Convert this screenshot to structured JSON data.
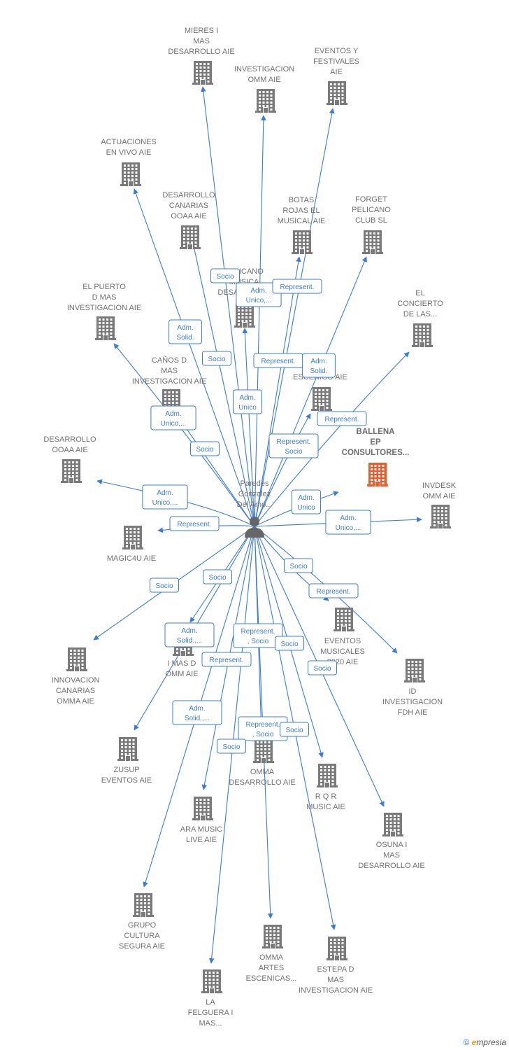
{
  "center": {
    "label_lines": [
      "Paredes",
      "Gonzalez",
      "Del Amo..."
    ],
    "icon": "person-icon"
  },
  "nodes": [
    {
      "id": "mieres",
      "lines": [
        "MIERES I",
        "MAS",
        "DESARROLLO AIE"
      ],
      "icon": "building-icon"
    },
    {
      "id": "invomm",
      "lines": [
        "INVESTIGACION",
        "OMM AIE"
      ],
      "icon": "building-icon"
    },
    {
      "id": "eventosyf",
      "lines": [
        "EVENTOS Y",
        "FESTIVALES",
        "AIE"
      ],
      "icon": "building-icon"
    },
    {
      "id": "actuaciones",
      "lines": [
        "ACTUACIONES",
        "EN VIVO AIE"
      ],
      "icon": "building-icon"
    },
    {
      "id": "descan",
      "lines": [
        "DESARROLLO",
        "CANARIAS",
        "OOAA  AIE"
      ],
      "icon": "building-icon"
    },
    {
      "id": "botas",
      "lines": [
        "BOTAS",
        "ROJAS EL",
        "MUSICAL AIE"
      ],
      "icon": "building-icon"
    },
    {
      "id": "forget",
      "lines": [
        "FORGET",
        "PELICANO",
        "CLUB  SL"
      ],
      "icon": "building-icon"
    },
    {
      "id": "pelicano",
      "lines": [
        "PELICANO",
        "MUSICA",
        "DESARROLLO"
      ],
      "icon": "building-icon"
    },
    {
      "id": "elpuerto",
      "lines": [
        "EL PUERTO",
        "D MAS",
        "INVESTIGACION AIE"
      ],
      "icon": "building-icon"
    },
    {
      "id": "concierto",
      "lines": [
        "EL",
        "CONCIERTO",
        "DE LAS..."
      ],
      "icon": "building-icon"
    },
    {
      "id": "canos",
      "lines": [
        "CAÑOS D",
        "MAS",
        "INVESTIGACION AIE"
      ],
      "icon": "building-icon"
    },
    {
      "id": "escenico",
      "lines": [
        "ESCENICO AIE"
      ],
      "icon": "building-icon"
    },
    {
      "id": "ballena",
      "lines": [
        "BALLENA",
        "EP",
        "CONSULTORES..."
      ],
      "icon": "building-icon",
      "focus": true
    },
    {
      "id": "desooaa",
      "lines": [
        "DESARROLLO",
        "OOAA AIE"
      ],
      "icon": "building-icon"
    },
    {
      "id": "invdesk",
      "lines": [
        "INVDESK",
        "OMM AIE"
      ],
      "icon": "building-icon"
    },
    {
      "id": "magic4u",
      "lines": [
        "MAGIC4U AIE"
      ],
      "icon": "building-icon"
    },
    {
      "id": "eventosmus",
      "lines": [
        "EVENTOS",
        "MUSICALES",
        "2020 AIE"
      ],
      "icon": "building-icon"
    },
    {
      "id": "imasd",
      "lines": [
        "I MAS D",
        "OMM AIE"
      ],
      "icon": "building-icon"
    },
    {
      "id": "innovacion",
      "lines": [
        "INNOVACION",
        "CANARIAS",
        "OMMA  AIE"
      ],
      "icon": "building-icon"
    },
    {
      "id": "idinv",
      "lines": [
        "ID",
        "INVESTIGACION",
        "FDH  AIE"
      ],
      "icon": "building-icon"
    },
    {
      "id": "zusup",
      "lines": [
        "ZUSUP",
        "EVENTOS AIE"
      ],
      "icon": "building-icon"
    },
    {
      "id": "ommdes",
      "lines": [
        "OMMA",
        "DESARROLLO AIE"
      ],
      "icon": "building-icon"
    },
    {
      "id": "rqr",
      "lines": [
        "R Q R",
        "MUSIC AIE"
      ],
      "icon": "building-icon"
    },
    {
      "id": "aramusic",
      "lines": [
        "ARA MUSIC",
        "LIVE AIE"
      ],
      "icon": "building-icon"
    },
    {
      "id": "osuna",
      "lines": [
        "OSUNA I",
        "MAS",
        "DESARROLLO AIE"
      ],
      "icon": "building-icon"
    },
    {
      "id": "grupo",
      "lines": [
        "GRUPO",
        "CULTURA",
        "SEGURA AIE"
      ],
      "icon": "building-icon"
    },
    {
      "id": "ommartes",
      "lines": [
        "OMMA",
        "ARTES",
        "ESCENICAS..."
      ],
      "icon": "building-icon"
    },
    {
      "id": "estepa",
      "lines": [
        "ESTEPA D",
        "MAS",
        "INVESTIGACION AIE"
      ],
      "icon": "building-icon"
    },
    {
      "id": "felguera",
      "lines": [
        "LA",
        "FELGUERA I",
        "MAS..."
      ],
      "icon": "building-icon"
    }
  ],
  "edges": [
    {
      "target": "mieres",
      "lines": [
        "Socio"
      ]
    },
    {
      "target": "invomm",
      "lines": [
        "Adm.",
        "Unico,..."
      ]
    },
    {
      "target": "eventosyf",
      "lines": [
        "Represent."
      ]
    },
    {
      "target": "actuaciones",
      "lines": [
        "Adm.",
        "Solid."
      ]
    },
    {
      "target": "descan",
      "lines": [
        "Socio"
      ]
    },
    {
      "target": "botas",
      "lines": [
        "Represent."
      ]
    },
    {
      "target": "forget",
      "lines": [
        "Adm.",
        "Solid."
      ]
    },
    {
      "target": "pelicano",
      "lines": [
        "Adm.",
        "Unico"
      ]
    },
    {
      "target": "elpuerto",
      "lines": [
        "Adm.",
        "Unico,..."
      ]
    },
    {
      "target": "concierto",
      "lines": [
        "Represent."
      ]
    },
    {
      "target": "canos",
      "lines": [
        "Socio"
      ]
    },
    {
      "target": "escenico",
      "lines": [
        "Represent.",
        "Socio"
      ]
    },
    {
      "target": "ballena",
      "lines": [
        "Adm.",
        "Unico"
      ]
    },
    {
      "target": "desooaa",
      "lines": [
        "Adm.",
        "Unico,..."
      ]
    },
    {
      "target": "invdesk",
      "lines": [
        "Adm.",
        "Unico,..."
      ]
    },
    {
      "target": "magic4u",
      "lines": [
        "Represent."
      ]
    },
    {
      "target": "eventosmus",
      "lines": [
        "Socio"
      ]
    },
    {
      "target": "imasd",
      "lines": [
        "Socio"
      ]
    },
    {
      "target": "innovacion",
      "lines": [
        "Socio"
      ]
    },
    {
      "target": "idinv",
      "lines": [
        "Represent."
      ]
    },
    {
      "target": "zusup",
      "lines": [
        "Adm.",
        "Solid.,..."
      ]
    },
    {
      "target": "ommdes",
      "lines": [
        "Represent.",
        ", Socio"
      ]
    },
    {
      "target": "rqr",
      "lines": [
        "Socio"
      ]
    },
    {
      "target": "aramusic",
      "lines": [
        "Represent."
      ]
    },
    {
      "target": "osuna",
      "lines": [
        "Socio"
      ]
    },
    {
      "target": "grupo",
      "lines": [
        "Adm.",
        "Solid.,..."
      ]
    },
    {
      "target": "ommartes",
      "lines": [
        "Represent.",
        ", Socio"
      ]
    },
    {
      "target": "estepa",
      "lines": [
        "Socio"
      ]
    },
    {
      "target": "felguera",
      "lines": [
        "Socio"
      ]
    }
  ],
  "colors": {
    "edge": "#3b7bd4",
    "building": "#7a7a7a",
    "building_focus": "#f05a28",
    "person": "#666666"
  },
  "footer": {
    "copyright": "©",
    "brand_initial": "e",
    "brand_rest": "mpresia"
  }
}
